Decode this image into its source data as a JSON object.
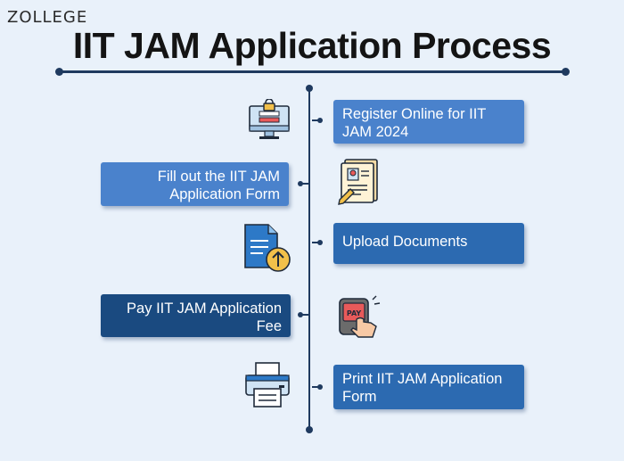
{
  "brand": "ZOLLEGE",
  "title": "IIT JAM Application Process",
  "colors": {
    "box_light": "#4a82cc",
    "box_mid": "#2c6ab1",
    "box_dark": "#1a4a80",
    "line": "#1f3a5f",
    "background": "#e9f1fa"
  },
  "steps": [
    {
      "label": "Register Online for IIT JAM 2024",
      "icon": "computer-lock-icon",
      "side": "right"
    },
    {
      "label": "Fill out the IIT JAM Application Form",
      "icon": "application-form-icon",
      "side": "left"
    },
    {
      "label": "Upload Documents",
      "icon": "document-upload-icon",
      "side": "right"
    },
    {
      "label": "Pay IIT JAM Application Fee",
      "icon": "pay-button-icon",
      "side": "left"
    },
    {
      "label": "Print IIT JAM Application Form",
      "icon": "printer-icon",
      "side": "right"
    }
  ]
}
